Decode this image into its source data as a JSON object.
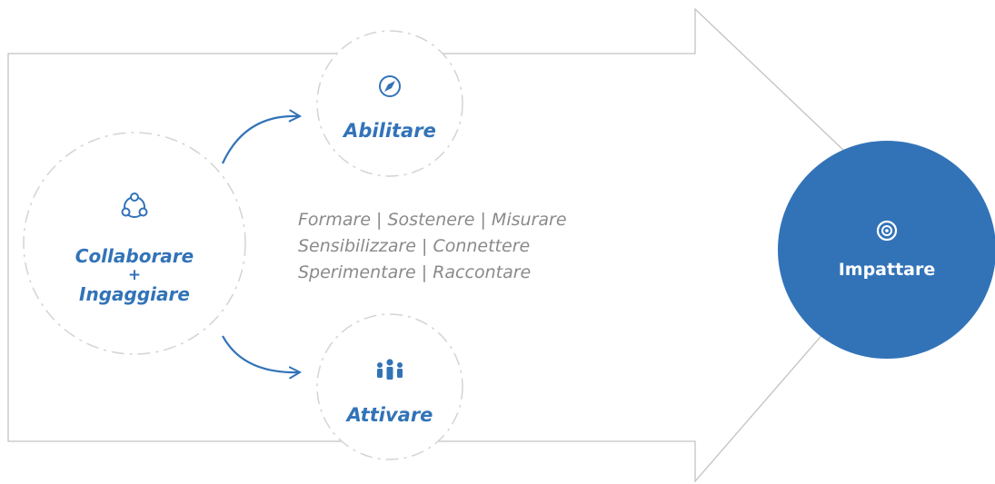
{
  "colors": {
    "accent": "#3273b8",
    "arrow_outline": "#c2c2c2",
    "dashed_circle": "#d4d4d4",
    "activities_text": "#8a8a8a",
    "background": "#ffffff"
  },
  "nodes": {
    "collaborate": {
      "line1": "Collaborare",
      "plus": "+",
      "line2": "Ingaggiare",
      "icon": "network-icon"
    },
    "enable": {
      "label": "Abilitare",
      "icon": "compass-icon"
    },
    "activate": {
      "label": "Attivare",
      "icon": "people-group-icon"
    },
    "impact": {
      "label": "Impattare",
      "icon": "target-icon"
    }
  },
  "activities": [
    "Formare | Sostenere | Misurare",
    "Sensibilizzare | Connettere",
    "Sperimentare | Raccontare"
  ]
}
